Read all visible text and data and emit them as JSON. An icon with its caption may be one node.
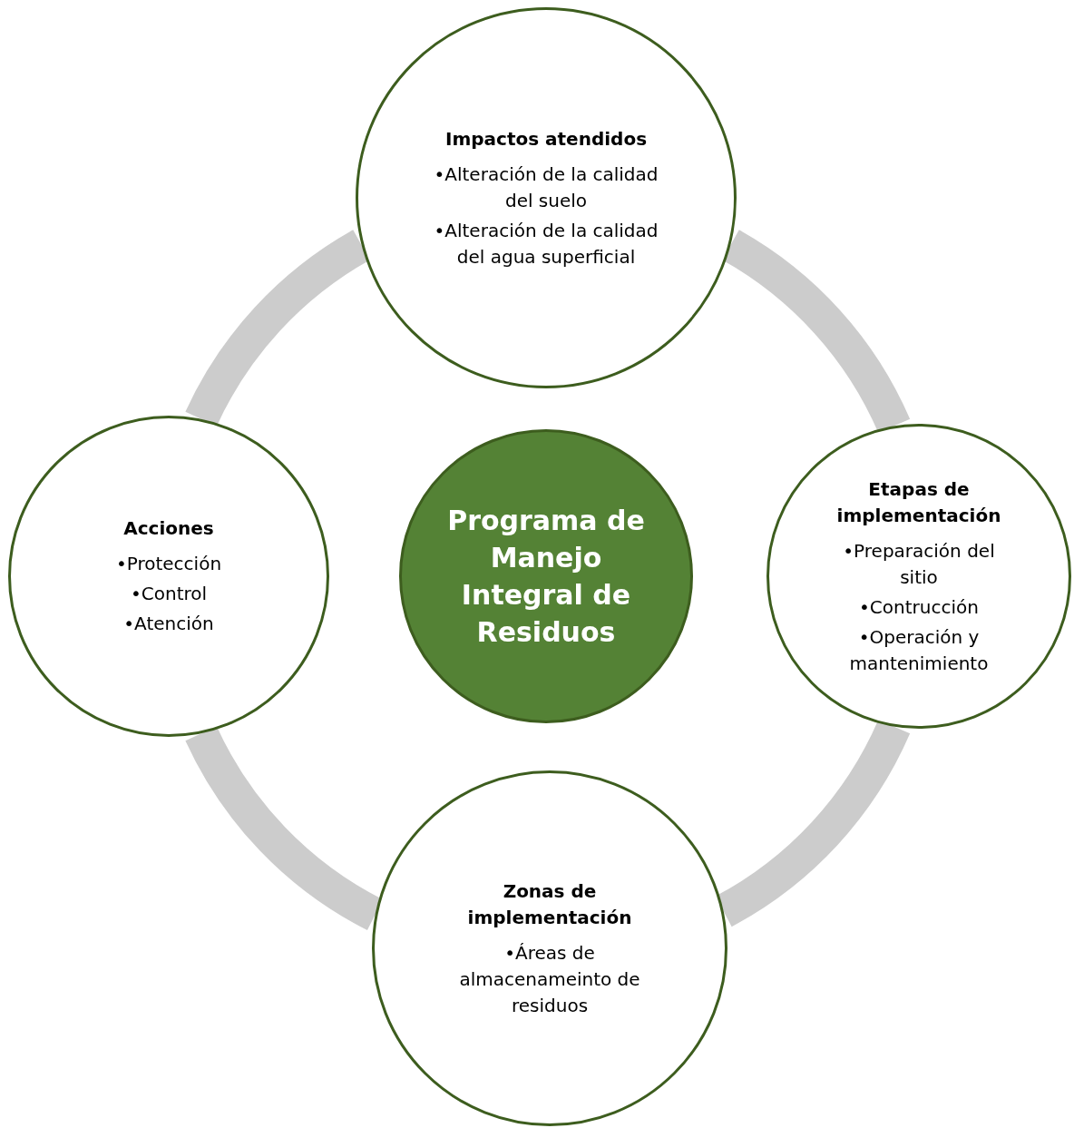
{
  "diagram": {
    "nodes": [
      {
        "text": [
          "Impactos atendidos",
          "•Alteración de la calidad del suelo",
          "•Alteración de la calidad del agua superficial"
        ]
      },
      {
        "text": [
          "Acciones",
          "•Protección",
          "•Control",
          "•Atención"
        ]
      },
      {
        "text": [
          "Programa de Manejo Integral de Residuos"
        ]
      },
      {
        "text": [
          "Etapas de implementación",
          "•Preparación del sitio",
          "•Contrucción",
          "•Operación y mantenimiento"
        ]
      },
      {
        "text": [
          "Zonas de implementación",
          "•Áreas de almacenameinto de residuos"
        ]
      }
    ],
    "edges": [
      {
        "from": 0,
        "to": 3,
        "arrow": "none"
      },
      {
        "from": 3,
        "to": 4,
        "arrow": "none"
      },
      {
        "from": 4,
        "to": 1,
        "arrow": "none"
      },
      {
        "from": 1,
        "to": 0,
        "arrow": "none"
      }
    ]
  }
}
